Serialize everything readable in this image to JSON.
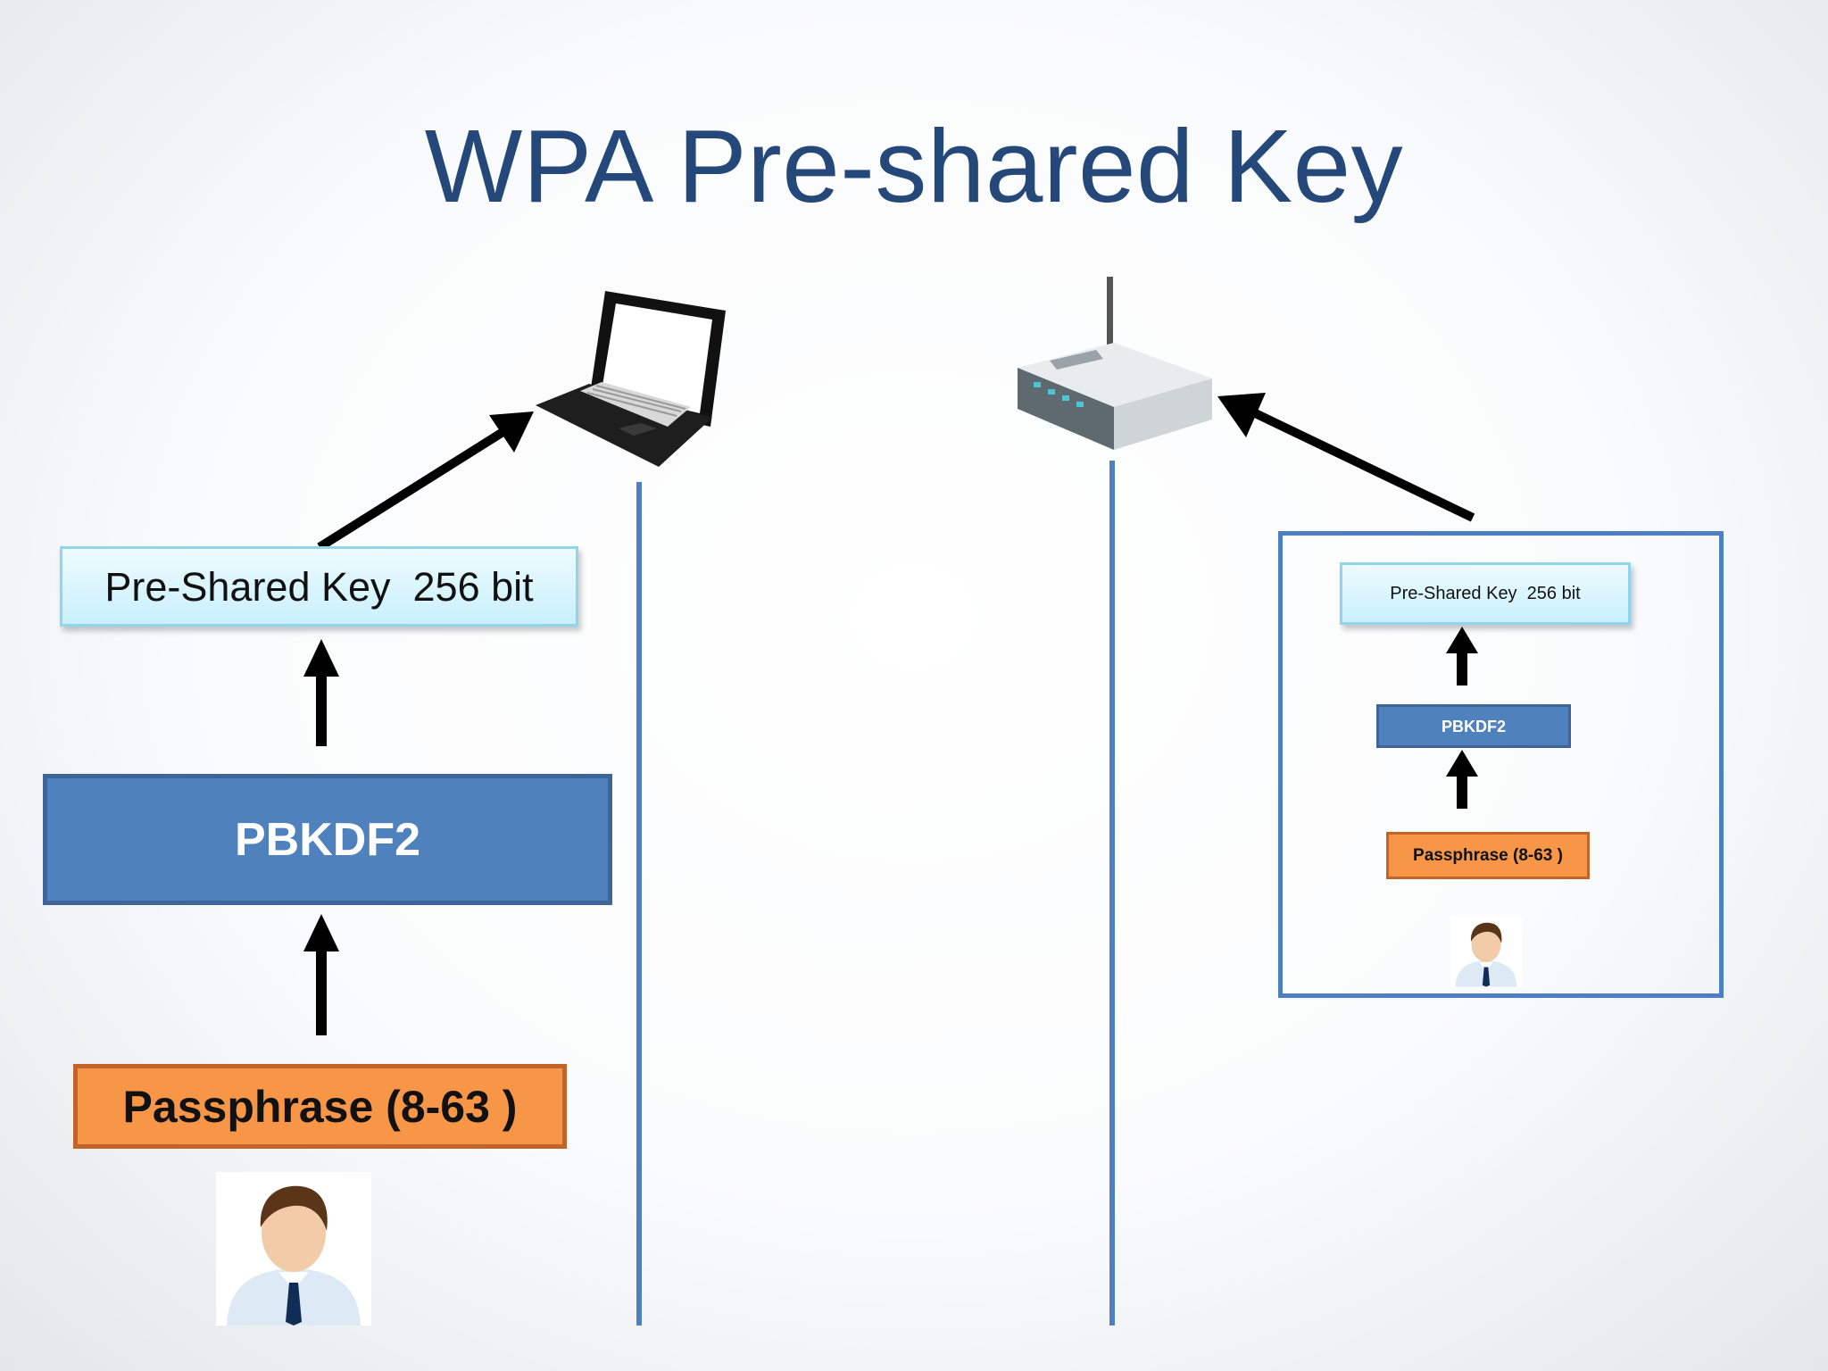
{
  "slide": {
    "title": "WPA Pre-shared Key"
  },
  "client": {
    "psk_label": "Pre-Shared Key  256 bit",
    "kdf_label": "PBKDF2",
    "passphrase_label": "Passphrase (8-63 )",
    "device_icon": "laptop-icon",
    "user_icon": "user-avatar-icon"
  },
  "access_point": {
    "psk_label": "Pre-Shared Key  256 bit",
    "kdf_label": "PBKDF2",
    "passphrase_label": "Passphrase (8-63 )",
    "device_icon": "wireless-router-icon",
    "user_icon": "user-avatar-icon"
  },
  "colors": {
    "title": "#25487a",
    "kdf_fill": "#4f81bd",
    "passphrase_fill": "#f79646",
    "psk_fill": "#d4f3fd",
    "divider": "#4f7fc3",
    "arrow": "#000000"
  }
}
